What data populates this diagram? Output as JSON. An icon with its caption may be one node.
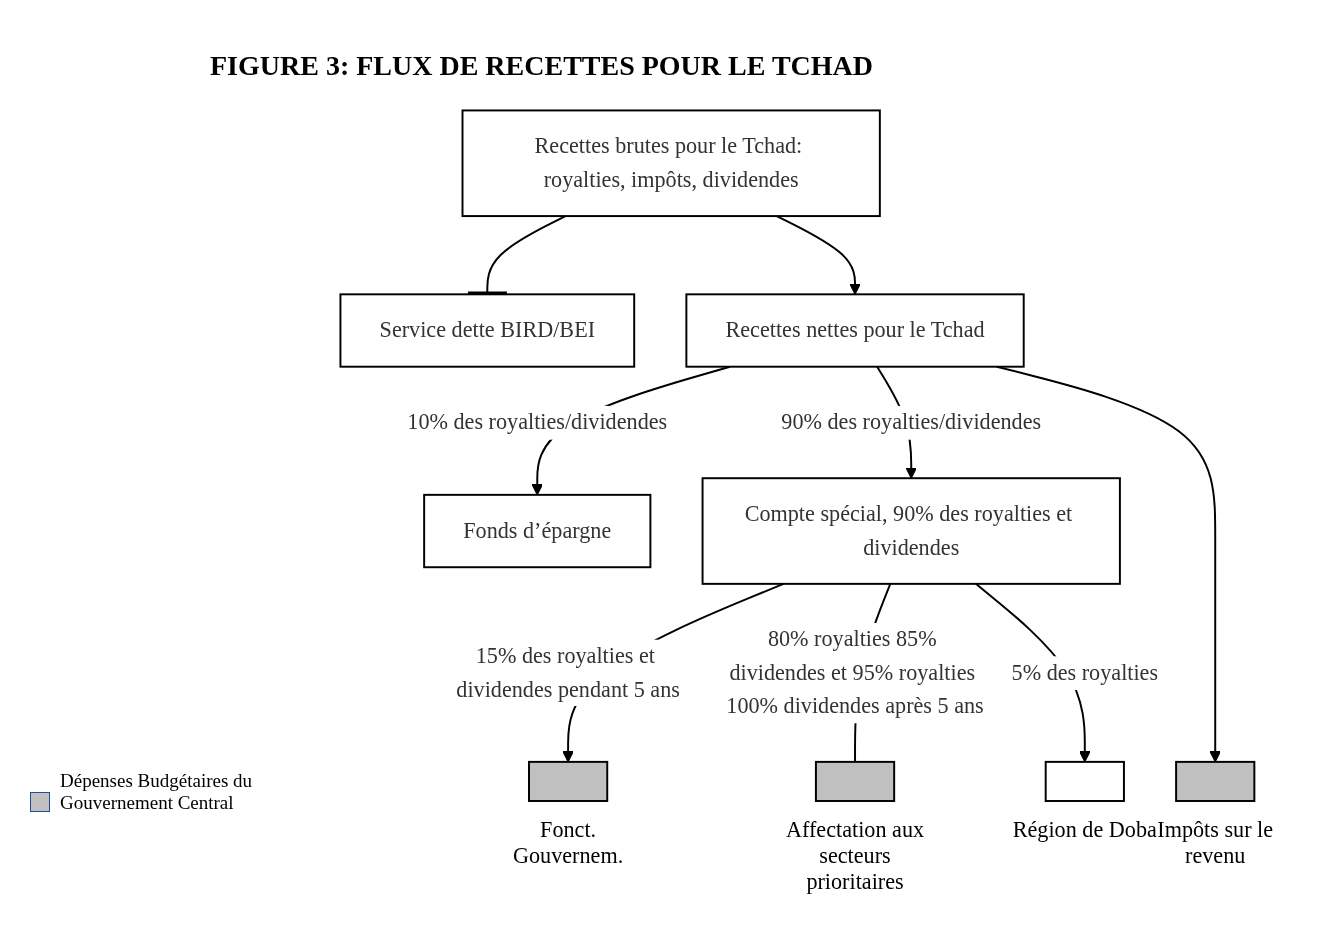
{
  "diagram": {
    "title": "FIGURE 3:  FLUX DE RECETTES POUR LE TCHAD",
    "nodes": [
      {
        "text": [
          "Recettes brutes pour le Tchad: royalties, impôts, dividendes"
        ]
      },
      {
        "text": [
          "Service dette BIRD/BEI"
        ]
      },
      {
        "text": [
          "Recettes nettes pour le Tchad"
        ]
      },
      {
        "text": [
          "Fonds d’épargne"
        ]
      },
      {
        "text": [
          "Compte spécial, 90% des royalties et dividendes"
        ]
      },
      {
        "text": [],
        "shape": "box",
        "beside": [
          "Fonct. Gouvernem."
        ]
      },
      {
        "text": [],
        "shape": "box",
        "beside": [
          "Affectation aux secteurs prioritaires"
        ]
      },
      {
        "text": [],
        "shape": "box",
        "beside": [
          "Région de Doba"
        ]
      },
      {
        "text": [],
        "shape": "box",
        "beside": [
          "Impôts sur le revenu"
        ]
      }
    ],
    "edges": [
      {
        "from": 0,
        "to": 1,
        "arrow": "other"
      },
      {
        "from": 0,
        "to": 2,
        "arrow": "to"
      },
      {
        "from": 2,
        "to": 3,
        "label": "10% des royalties/dividendes",
        "arrow": "to"
      },
      {
        "from": 2,
        "to": 4,
        "label": "90% des royalties/dividendes",
        "arrow": "to"
      },
      {
        "from": 4,
        "to": 5,
        "label": "15% des royalties et dividendes pendant 5 ans",
        "arrow": "to"
      },
      {
        "from": 4,
        "to": 6,
        "label": "80% royalties 85% dividendes et 95% royalties 100% dividendes après 5 ans",
        "arrow": "none"
      },
      {
        "from": 4,
        "to": 7,
        "label": "5% des royalties",
        "arrow": "to"
      },
      {
        "from": 2,
        "to": 8,
        "arrow": "to"
      }
    ],
    "legend": [
      {
        "text": "Dépenses Budgétaires du Gouvernement Central",
        "color": "#c0c0c0"
      }
    ]
  }
}
